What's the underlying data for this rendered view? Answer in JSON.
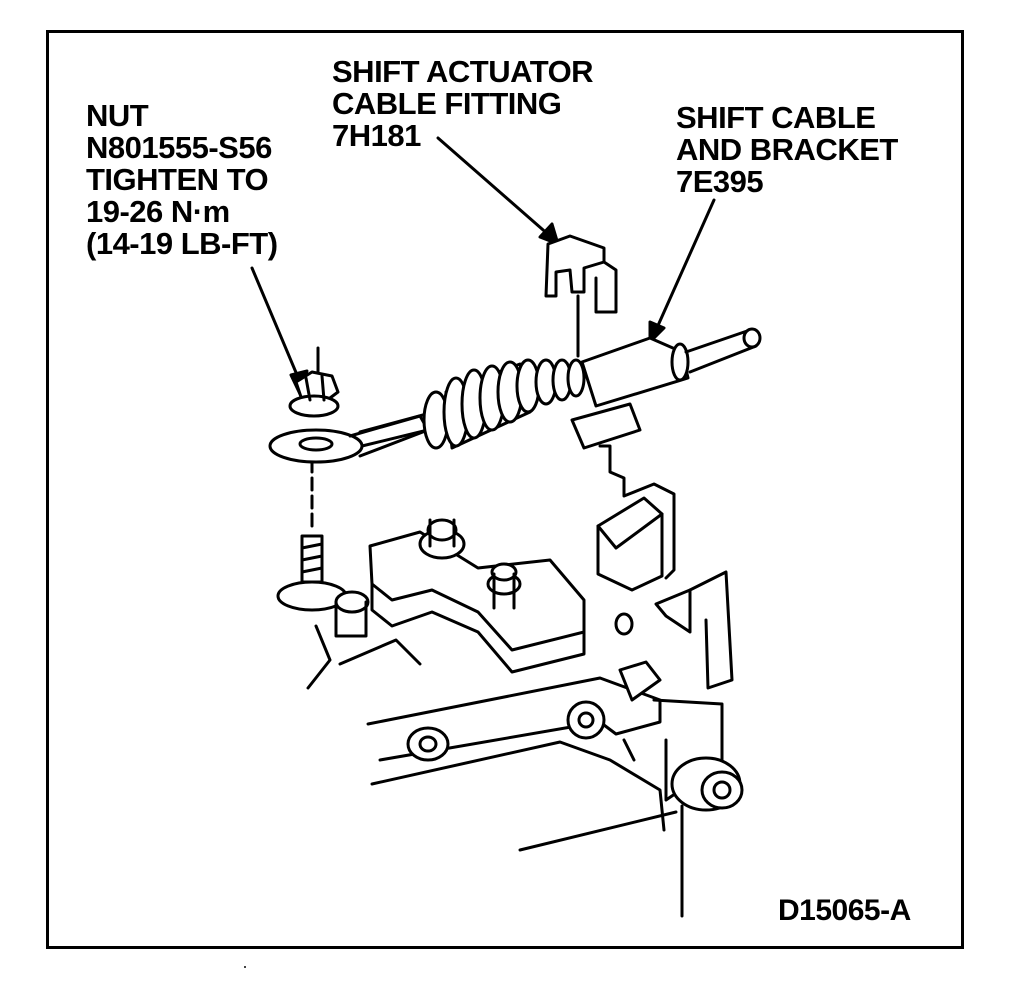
{
  "labels": {
    "nut": [
      "NUT",
      "N801555-S56",
      "TIGHTEN TO",
      "19-26 N·m",
      "(14-19 LB-FT)"
    ],
    "fitting": [
      "SHIFT ACTUATOR",
      "CABLE FITTING",
      "7H181"
    ],
    "cable": [
      "SHIFT CABLE",
      "AND BRACKET",
      "7E395"
    ]
  },
  "figure_id": "D15065-A",
  "colors": {
    "ink": "#000000",
    "paper": "#ffffff"
  }
}
